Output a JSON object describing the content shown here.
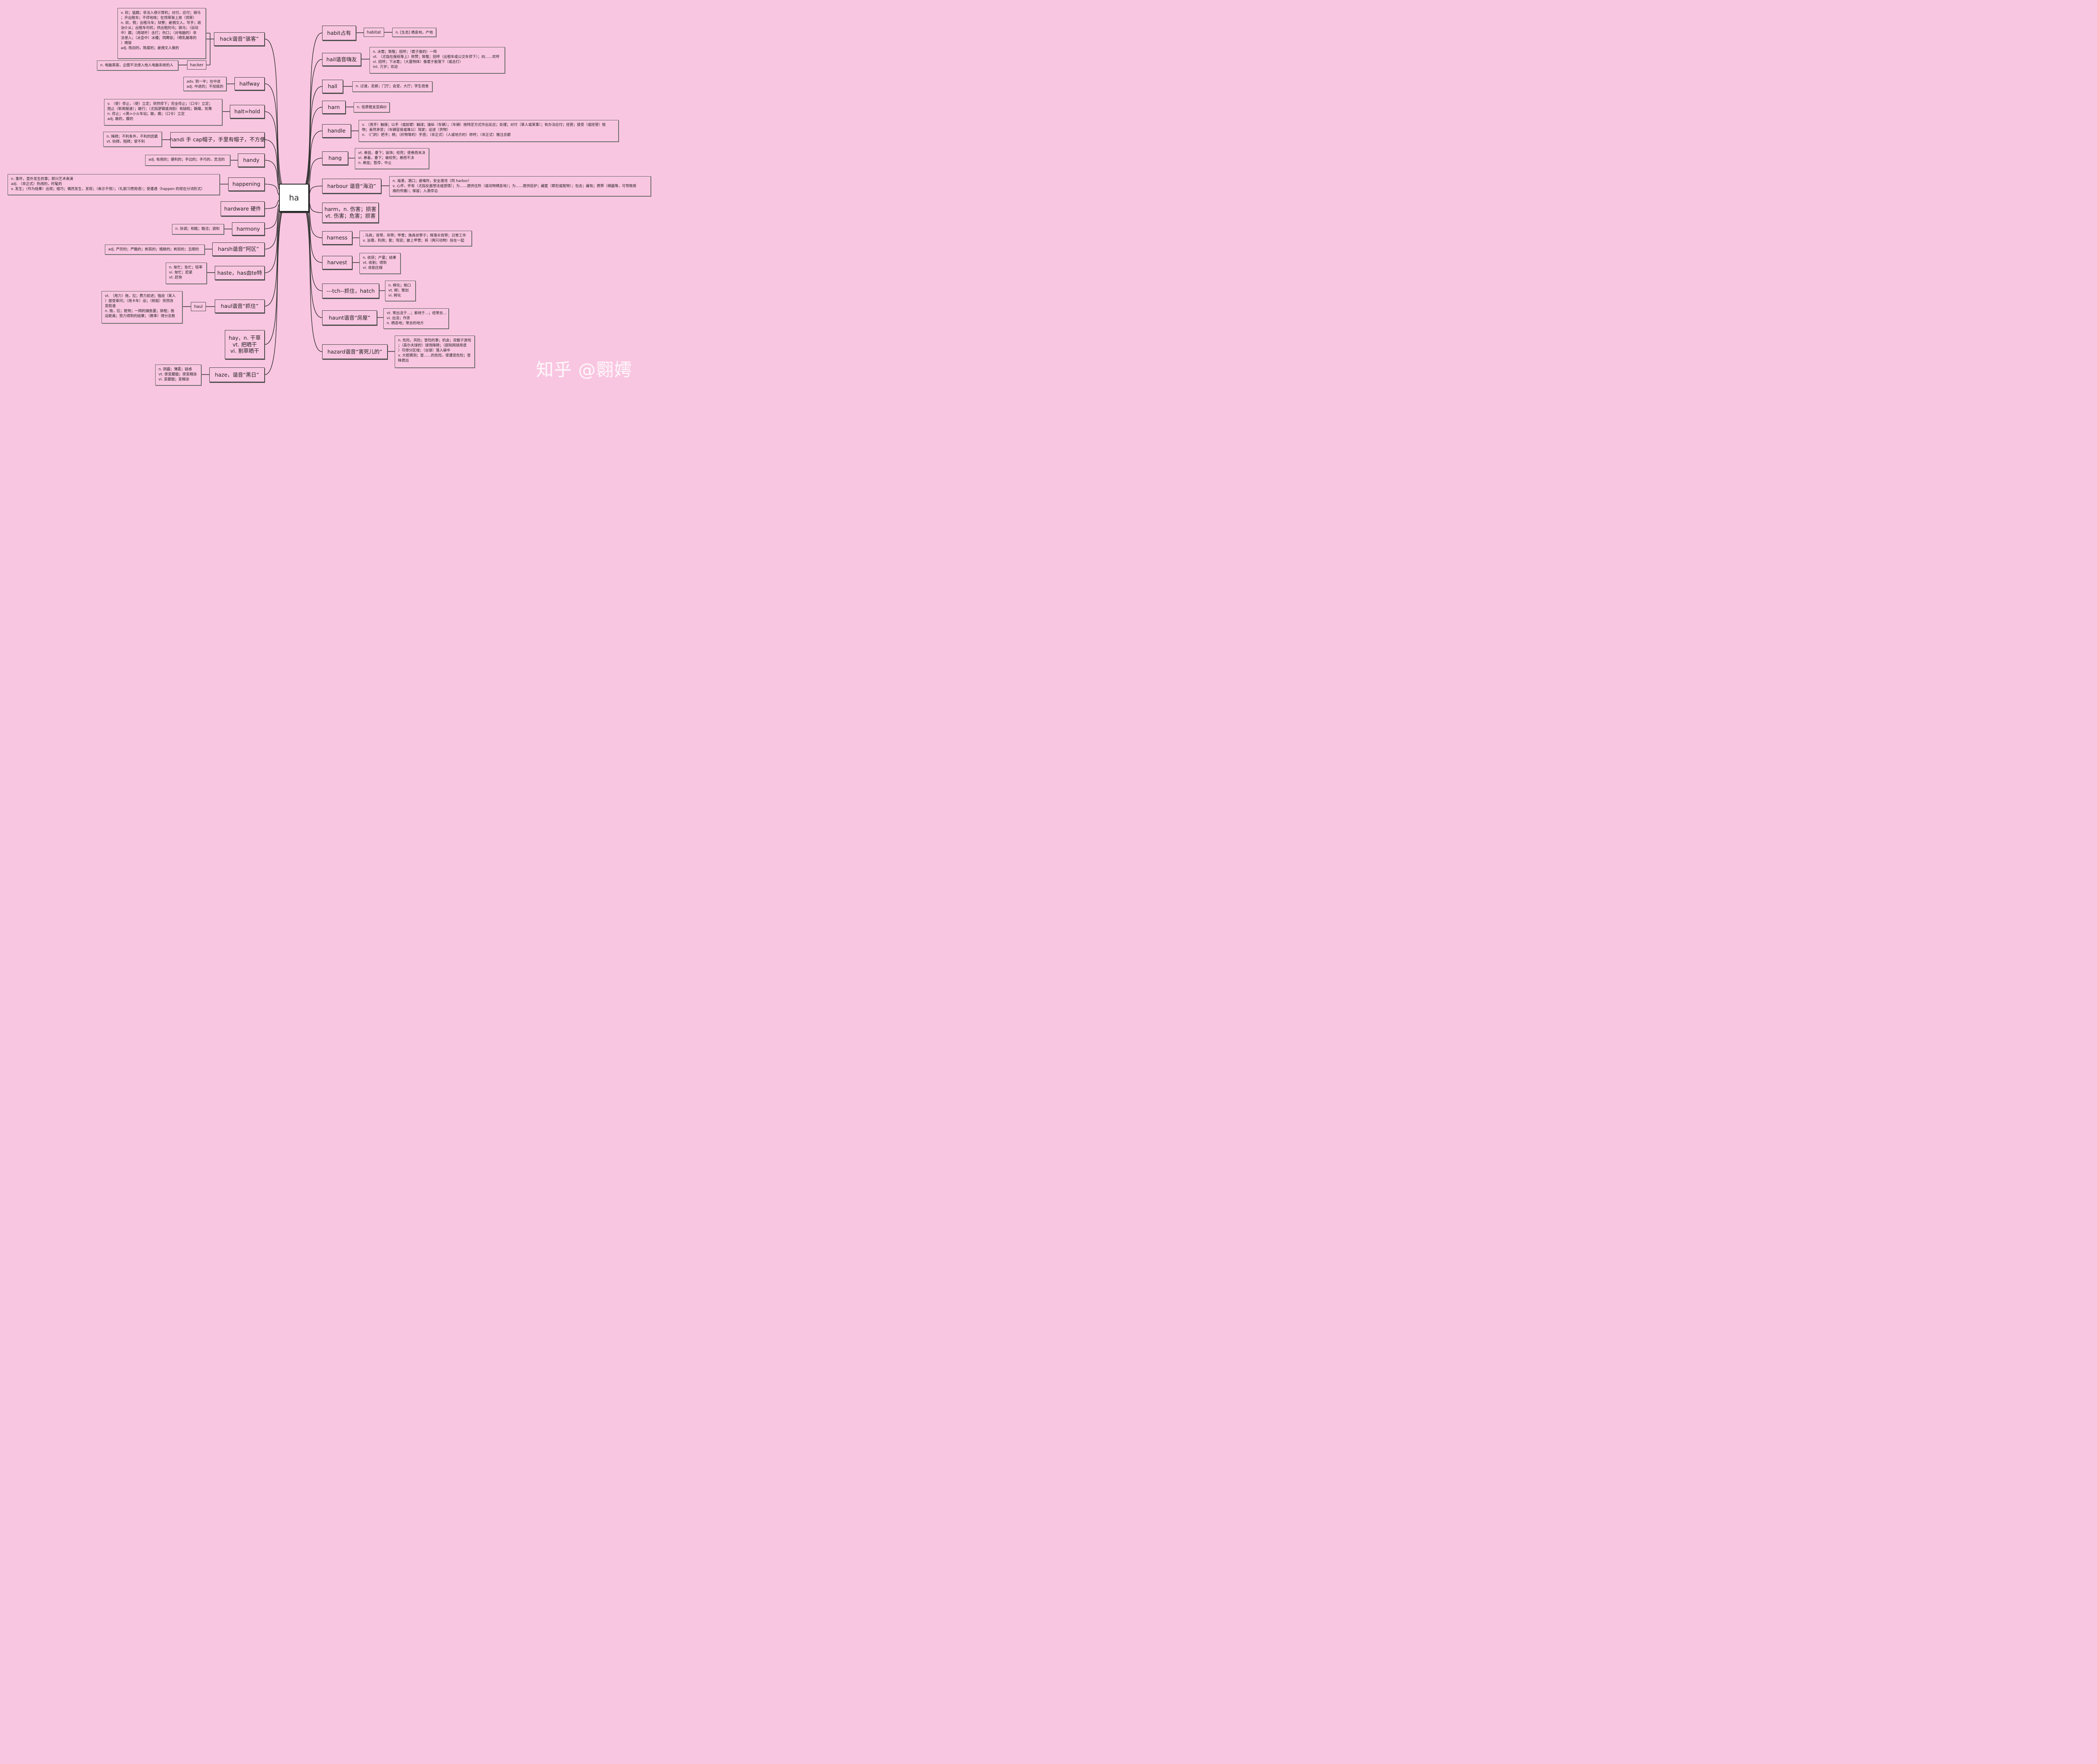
{
  "root": "ha",
  "left_topics": [
    {
      "label": "hack谐音“骇客”"
    },
    {
      "label": "halfway"
    },
    {
      "label": "halt=hold"
    },
    {
      "label": "handi 手 cap帽子，手里有帽子，不方便"
    },
    {
      "label": "handy"
    },
    {
      "label": "happening"
    },
    {
      "label": "hardware 硬件"
    },
    {
      "label": "harmony"
    },
    {
      "label": "harsh谐音“阿区”"
    },
    {
      "label": "haste，has由te特"
    },
    {
      "label": "haul谐音“抓住”"
    },
    {
      "label": "hay，n. 干草\nvt. 把晒干\nvi. 割草晒干"
    },
    {
      "label": "haze，谐音“黑日”"
    }
  ],
  "right_topics": [
    {
      "label": "habit占有"
    },
    {
      "label": "hail谐音嗨友"
    },
    {
      "label": "hall"
    },
    {
      "label": "harn"
    },
    {
      "label": "handle"
    },
    {
      "label": "hang"
    },
    {
      "label": "harbour 谐音“海泊”"
    },
    {
      "label": "harm，n. 伤害；损害\nvt. 伤害；危害；损害"
    },
    {
      "label": "harness"
    },
    {
      "label": "harvest"
    },
    {
      "label": "---tch--抓住，hatch"
    },
    {
      "label": "haunt谐音“房屋”"
    },
    {
      "label": "hazard谐音“害死儿的”"
    }
  ],
  "intermediates": {
    "hacker": "hacker",
    "haul": "haul",
    "habitat": "habitat"
  },
  "notes": {
    "hack": "v. 砍；猛踢；非法入侵计算机；对付，应付；骑马\n；开出租车；不停地咳；在饲草架上放（饲草）\nn. 砍，劈；出租马车；狱警；雇佣文人，写手；政\n治仆从；出租车司机；供出租的马；骑马；（运动\n中）踢；（用球杆）击打；伤口；（对电脑的）非\n法侵入；（冰壶中）冰槽；饲鹰饭；（晒乳酪等的\n）晒架\nadj. 陈旧的，陈腐的；雇佣文人做的",
    "hacker": "n. 电脑黑客，企图不法侵入他人电脑系统的人",
    "halfway": "adv. 到一半；在中途\nadj. 中途的；不彻底的",
    "halt": "v. （使）停止，（使）立定；突然停下；完全停止；（口令）立定；\n阻止（新闻报道）；跛行；（尤指逻辑或诗韵）有缺陷；踌躇，犹豫\nn. 停止；<英>小火车站；跛，瘸；（口令）立定\nadj. 跛的，瘸的",
    "handi": "n. 障碍；不利条件，不利的因素\nvt. 妨碍，阻碍；使不利",
    "handy": "adj. 有用的；便利的；手边的；手巧的，灵活的",
    "happening": "n. 事件，意外发生的事；即兴艺术表演\nadj. （非正式）热闹的，时髦的\nv. 发生；（作为结果）出现；碰巧；偶然发生，发现；（表示不悦）；（礼貌习惯用语）；使遭遇（happen 的现在分词形式）",
    "harmony": "n. 协调；和睦；融洽；调和",
    "harsh": "adj. 严厉的；严酷的；刺耳的；粗糙的；刺目的；丑陋的",
    "haste": "n. 匆忙；急忙；轻率\nvi. 匆忙；赶紧\nvt. 赶快",
    "haul": "vt. （用力）拖，拉；费力前进；强迫（某人\n）接受审问；（用卡车）运；（帆船）突然改\n变航道\nn. 拖，拉；赃物；一网的捕鱼量；旅程；拖\n运距离；努力得到的结果；（赛季）得分总数",
    "haze": "n. 阴霾；薄雾；疑惑\nvt. 使变朦胧；使变糊涂\nvi. 变朦胧；变糊涂",
    "habitat": "n. [生态] 栖息地，产地",
    "hail": "n. 冰雹；致敬；招呼；（雹子般的）一阵\nvt. （尤指在报纸等上）称赞；致敬；招呼（出租车或公交车停下）；向……欢呼\nvi. 招呼；下冰雹；（大量物体）像雹子般落下（或击打）\nint. 万岁；欢迎",
    "hall": "n. 过道，走廊；门厅；会堂，大厅；学生宿舍",
    "harn": "n. 低质粗支亚麻纱",
    "handle": "v. （用手）触摸；以手（或前臂）触球；操纵（车辆）；（车辆）按特定方式作出反应；处理；对付（某人或某事）；有办法应付；经营；接受（或经营）赃\n物；泰然承受；（车辆容易或难以）驾驶；运送（货物）\nn. （门的）把手；柄；（织物等的）手感；（非正式）（人或地方的）称呼；（非正式）赌注总额",
    "hang": "vt. 悬挂，垂下；装饰；绞死；使悬而未决\nvi. 悬着，垂下；被绞死；悬而不决\nn. 悬挂；暂停，中止",
    "harbour": "n. 海港，港口；避难所，安全港湾（同 harbor）\nv. 心怀，怀有（尤指反面想法或感情）；为……提供住所（或动物栖息地）；为……提供庇护；藏匿（罪犯或赃物）；包含；藏有；携带（细菌等，可导致疾\n病的传播）；保留；入港停泊",
    "harness": ". 马具；背带，吊带；甲胄；挽具状带子；降落伞背带；日常工作\nv. 治理，利用；套；驾驭；披上甲胄；将（两只动物）拴在一起",
    "harvest": "n. 收获；产量；结果\nvt. 收割；得到\nvi. 收割庄稼",
    "hatch": "n. 孵化；舱口\nvt. 孵；策划\nvi. 孵化",
    "haunt": "vt. 常出没于…；萦绕于…；经常去…\nvi. 出没；作祟\nn. 栖息地；常去的地方",
    "hazard": "n. 危险，风险；冒险的事；机会；双骰子游戏\n；（高尔夫球的）球场障碍；（庭院网球用语\n）可得分区域；（台球）落入袋中\nv. 大胆猜测；冒……的危险，使遭受危险；冒\n昧提出"
  },
  "watermark": "知乎 @翾嫮"
}
